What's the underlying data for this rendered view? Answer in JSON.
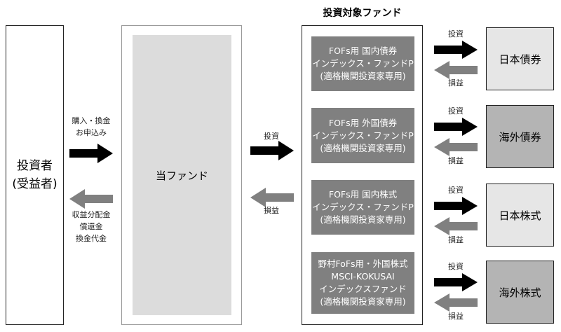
{
  "investor": {
    "line1": "投資者",
    "line2": "(受益者)"
  },
  "this_fund": {
    "label": "当ファンド"
  },
  "left_flows": {
    "in": [
      "購入・換金",
      "お申込み"
    ],
    "out": [
      "収益分配金",
      "償還金",
      "換金代金"
    ]
  },
  "mid_flows": {
    "in": "投資",
    "out": "損益"
  },
  "target_title": "投資対象ファンド",
  "target_funds": [
    {
      "lines": [
        "FOFs用 国内債券",
        "インデックス・ファンドP",
        "(適格機関投資家専用)"
      ]
    },
    {
      "lines": [
        "FOFs用 外国債券",
        "インデックス・ファンドP",
        "(適格機関投資家専用)"
      ]
    },
    {
      "lines": [
        "FOFs用 国内株式",
        "インデックス・ファンドP",
        "(適格機関投資家専用)"
      ]
    },
    {
      "lines": [
        "野村FoFs用・外国株式",
        "MSCI-KOKUSAI",
        "インデックスファンド",
        "(適格機関投資家専用)"
      ]
    }
  ],
  "assets": [
    {
      "label": "日本債券",
      "invest": "投資",
      "return": "損益",
      "color": "#e6e6e6"
    },
    {
      "label": "海外債券",
      "invest": "投資",
      "return": "損益",
      "color": "#b4b4b4"
    },
    {
      "label": "日本株式",
      "invest": "投資",
      "return": "損益",
      "color": "#e6e6e6"
    },
    {
      "label": "海外株式",
      "invest": "投資",
      "return": "損益",
      "color": "#b4b4b4"
    }
  ],
  "colors": {
    "black_arrow": "#000000",
    "gray_arrow": "#808080",
    "fund_fill": "#dcdcdc"
  }
}
